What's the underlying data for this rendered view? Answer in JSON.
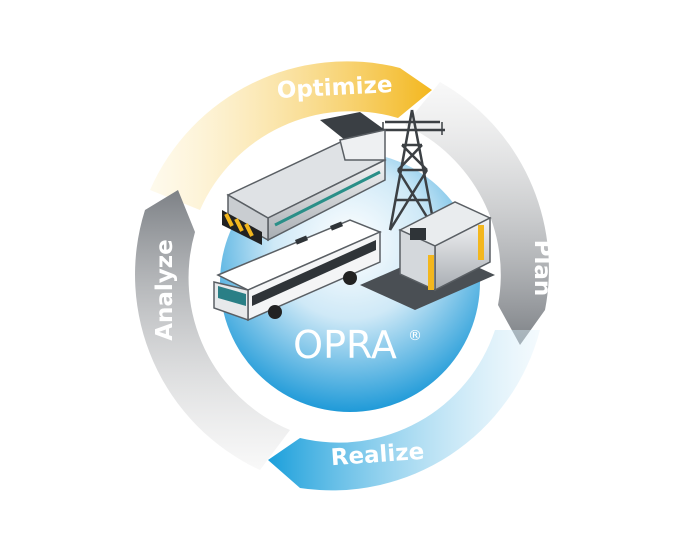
{
  "diagram": {
    "center_label": "OPRA",
    "center_mark": "®",
    "cycle": [
      {
        "label": "Optimize",
        "color": "#f3b71e"
      },
      {
        "label": "Plan",
        "color": "#8c9095"
      },
      {
        "label": "Realize",
        "color": "#1a9fdb"
      },
      {
        "label": "Analyze",
        "color": "#8c9095"
      }
    ],
    "disc_color": "#29a3e0",
    "icons": [
      "locomotive-icon",
      "power-pylon-icon",
      "bus-icon",
      "charging-station-icon"
    ]
  }
}
